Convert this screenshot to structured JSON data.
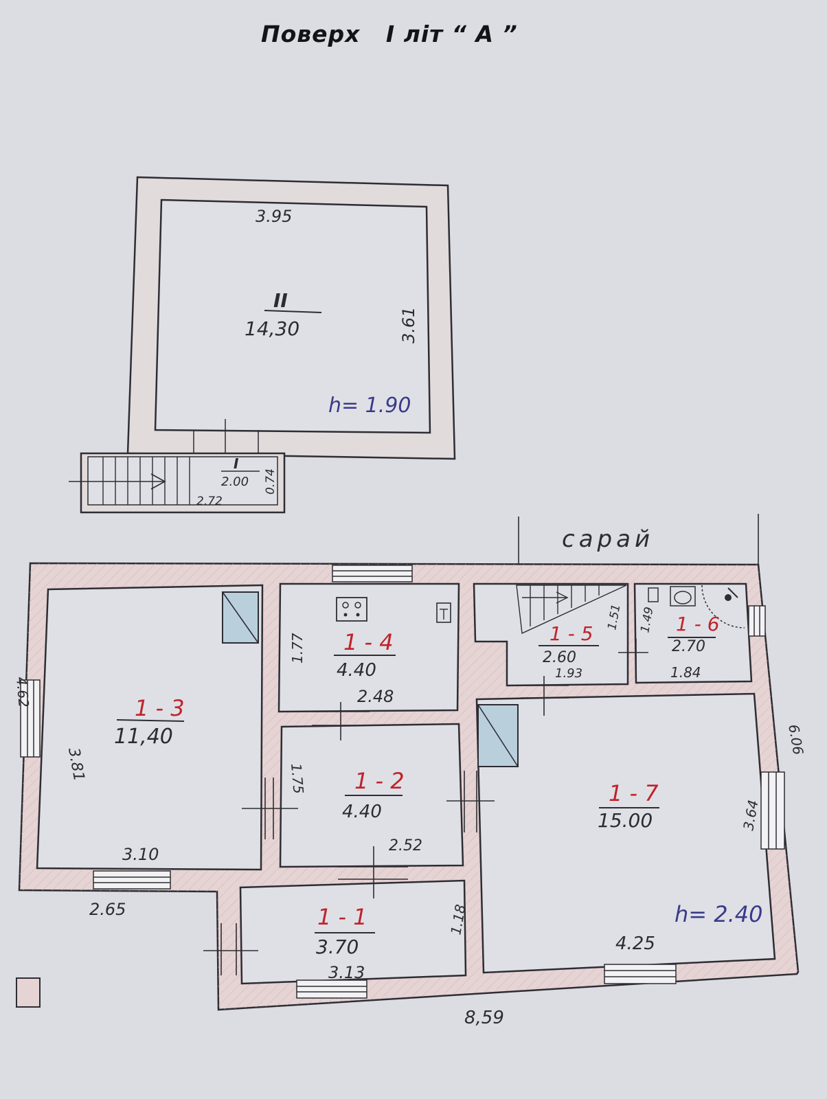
{
  "header": {
    "title": "Поверх   І літ “ А ”"
  },
  "attic": {
    "room_number": "ІІ",
    "area": "14,30",
    "width_label": "3.95",
    "depth_label": "3.61",
    "height_label": "h= 1.90"
  },
  "stair_landing": {
    "room_number": "І",
    "length_label": "2.00",
    "width_label": "0.74",
    "bottom_label": "2.72"
  },
  "outbuilding_label": "сарай",
  "rooms": [
    {
      "number": "1 - 3",
      "area": "11,40",
      "dims": [
        "3.81",
        "3.10"
      ]
    },
    {
      "number": "1 - 4",
      "area": "4.40",
      "dims": [
        "1.77",
        "2.48"
      ]
    },
    {
      "number": "1 - 2",
      "area": "4.40",
      "dims": [
        "1.75",
        "2.52"
      ]
    },
    {
      "number": "1 - 1",
      "area": "3.70",
      "dims": [
        "1.18",
        "3.13"
      ]
    },
    {
      "number": "1 - 5",
      "area": "2.60",
      "dims": [
        "1.51",
        "1.93"
      ]
    },
    {
      "number": "1 - 6",
      "area": "2.70",
      "dims": [
        "1.49",
        "1.84"
      ]
    },
    {
      "number": "1 - 7",
      "area": "15.00",
      "dims": [
        "3.64",
        "4.25"
      ]
    }
  ],
  "ground_height_label": "h= 2.40",
  "external_dims": {
    "left": "4.62",
    "right": "6.06",
    "bottom": "8,59",
    "bottom_left": "2.65"
  },
  "colors": {
    "room_number": "#c0222a",
    "ink": "#2b2b30",
    "wall_fill": "#e6d3d3",
    "glass_fill": "#b9cfdc"
  }
}
